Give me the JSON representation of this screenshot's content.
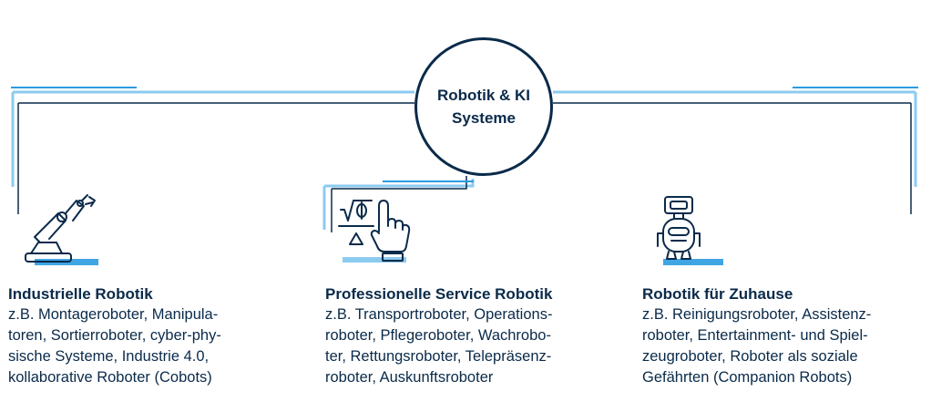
{
  "hub": {
    "title": "Robotik & KI Systeme"
  },
  "categories": [
    {
      "icon": "robot-arm-icon",
      "title": "Industrielle Robotik",
      "description": "z.B. Montageroboter, Manipulatoren, Sortierroboter, cyber-physische Systeme, Industrie 4.0, kollaborative Roboter (Cobots)",
      "lines": [
        "z.B. Montageroboter, Manipula-",
        "toren, Sortierroboter, cyber-phy-",
        "sische Systeme, Industrie 4.0,",
        "kollaborative Roboter (Cobots)"
      ]
    },
    {
      "icon": "touch-interface-icon",
      "title": "Professionelle Service Robotik",
      "description": "z.B. Transportroboter, Operationsroboter, Pflegeroboter, Wachroboter, Rettungsroboter, Telepräsenzroboter, Auskunftsroboter",
      "lines": [
        "z.B. Transportroboter, Operations-",
        "roboter, Pflegeroboter, Wachrobo-",
        "ter, Rettungsroboter, Telepräsenz-",
        "roboter, Auskunftsroboter"
      ]
    },
    {
      "icon": "home-robot-icon",
      "title": "Robotik für Zuhause",
      "description": "z.B. Reinigungsroboter, Assistenzroboter, Entertainment- und Spielzeugroboter, Roboter als soziale Gefährten (Companion Robots)",
      "lines": [
        "z.B. Reinigungsroboter, Assistenz-",
        "roboter, Entertainment- und Spiel-",
        "zeugroboter, Roboter als soziale",
        "Gefährten (Companion Robots)"
      ]
    }
  ],
  "colors": {
    "navy": "#0a2a4a",
    "accent": "#2a9be0",
    "accent_light": "#8ccbf0"
  }
}
